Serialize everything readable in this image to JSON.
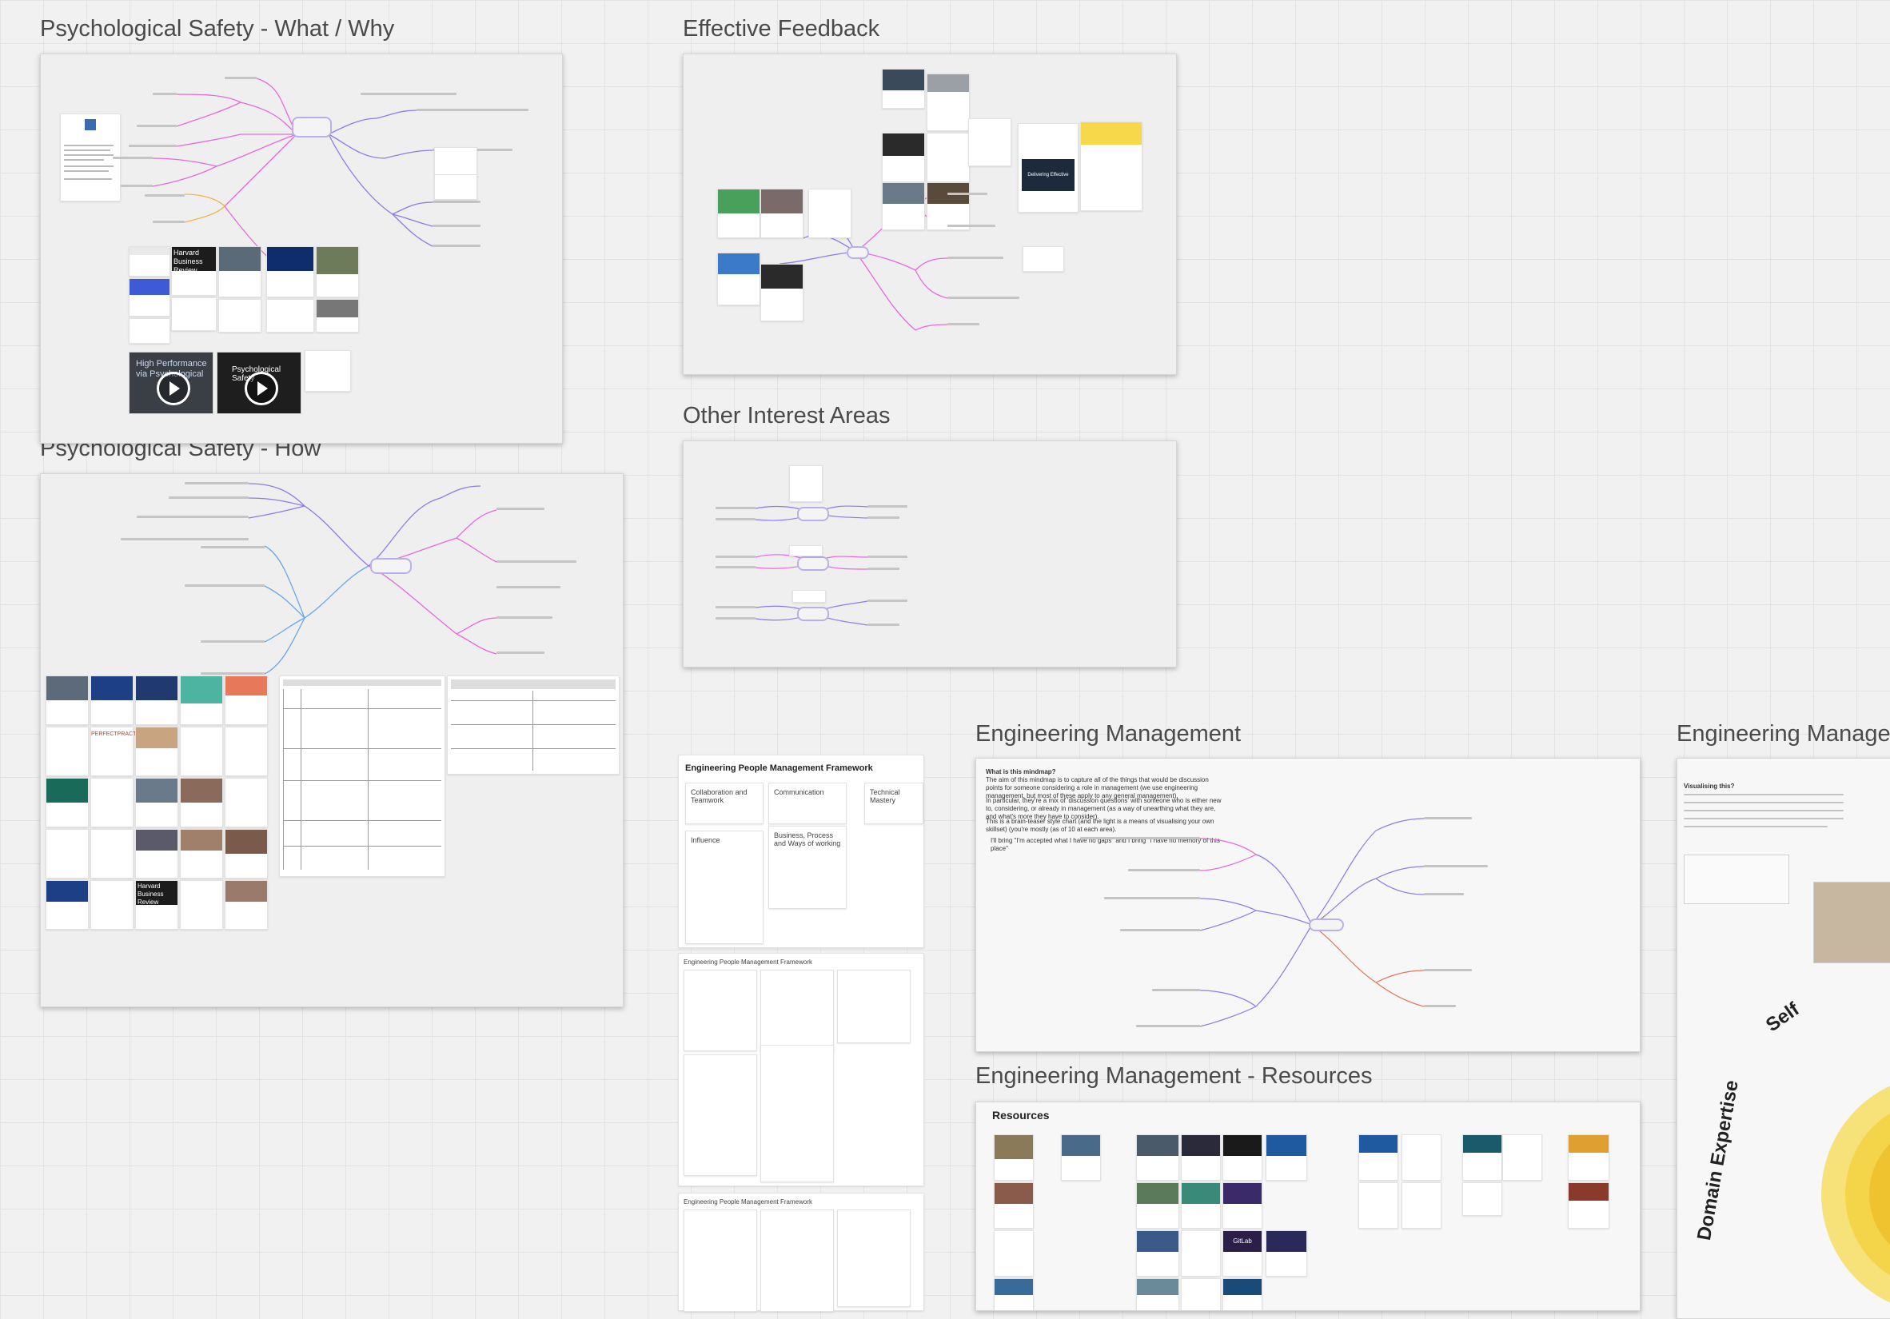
{
  "frames": {
    "ps_what": "Psychological Safety - What / Why",
    "ps_how": "Psychological Safety - How",
    "feedback": "Effective Feedback",
    "other": "Other Interest Areas",
    "em": "Engineering Management",
    "em_resources": "Engineering Management - Resources",
    "em_cut": "Engineering Manage"
  },
  "ps_what": {
    "hbr": "Harvard Business Review",
    "video1": "High Performance via Psychological",
    "video2": "Psychological Safety"
  },
  "ps_how": {
    "hbr": "Harvard Business Review",
    "magazine": "PERFECTPRACTICE"
  },
  "feedback": {
    "delivering": "Delivering Effective Feedback"
  },
  "framework": {
    "title": "Engineering People Management Framework",
    "col1": "Collaboration and Teamwork",
    "col2": "Communication",
    "col3": "Technical Mastery",
    "col4": "Influence",
    "col5": "Business, Process and Ways of working",
    "title2": "Engineering People Management Framework",
    "title3": "Engineering People Management Framework"
  },
  "em": {
    "heading": "What is this mindmap?",
    "line1": "The aim of this mindmap is to capture all of the things that would be discussion points for someone considering a role in management (we use engineering management, but most of these apply to any general management).",
    "line2": "In particular, they're a mix of 'discussion questions' with someone who is either new to, considering, or already in management (as a way of unearthing what they are, and what's more they have to consider).",
    "line3": "This is a brain-teaser style chart (and the light is a means of visualising your own skillset) (you're mostly (as of 10 at each area).",
    "line4": "I'll bring \"I'm accepted what I have no gaps\" and I bring \"I have no memory of this place\""
  },
  "resources": {
    "heading": "Resources",
    "gitlab": "GitLab"
  },
  "em2": {
    "heading": "Visualising this?",
    "self_label": "Self",
    "domain_label": "Domain Expertise"
  }
}
